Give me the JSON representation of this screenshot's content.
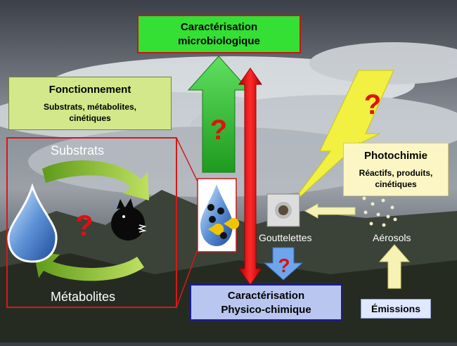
{
  "diagram": {
    "micro_box": {
      "line1": "Caractérisation",
      "line2": "microbiologique"
    },
    "fonction_box": {
      "title": "Fonctionnement",
      "line1": "Substrats, métabolites,",
      "line2": "cinétiques"
    },
    "photo_box": {
      "title": "Photochimie",
      "line1": "Réactifs, produits,",
      "line2": "cinétiques"
    },
    "physico_box": {
      "line1": "Caractérisation",
      "line2": "Physico-chimique"
    },
    "emissions_box": {
      "label": "Émissions"
    },
    "labels": {
      "substrats": "Substrats",
      "metabolites": "Métabolites",
      "gouttelettes": "Gouttelettes",
      "aerosols": "Aérosols"
    },
    "question_mark": "?"
  },
  "colors": {
    "green_box": "#33e033",
    "green_box_border": "#c01818",
    "lightgreen_box": "#d2e88a",
    "yellow_box": "#fbf6c4",
    "blue_box": "#b8c6f0",
    "blue_box_border": "#1a1aa0",
    "emissions_box": "#dfe8ff",
    "question_red": "#e01010",
    "arrow_green": "#2fb82f",
    "arrow_red": "#e31010",
    "arrow_yellow": "#f2f040",
    "arrow_lightyellow": "#f6f2b4",
    "cycle_green": "#8cbf2a",
    "arrow_blue": "#6ea6ee"
  }
}
